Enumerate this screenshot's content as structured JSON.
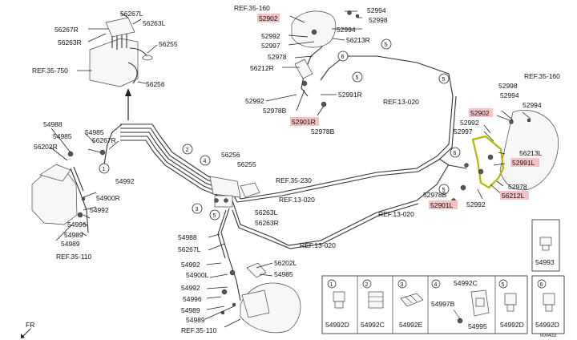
{
  "highlight_color": "#f4c2c2",
  "clip_color": "#b5b800",
  "doc_code": "000433",
  "direction_label": "FR",
  "labels": {
    "l56267L": "56267L",
    "l56263L": "56263L",
    "l56267R": "56267R",
    "l56263R": "56263R",
    "l56255a": "56255",
    "ref35_750": "REF.35-750",
    "l56256a": "56256",
    "ref35_160a": "REF.35-160",
    "l52902a": "52902",
    "l52994a": "52994",
    "l52998a": "52998",
    "l52994b": "52994",
    "l52992a": "52992",
    "l52997a": "52997",
    "l56213R": "56213R",
    "l52978a": "52978",
    "l56212R": "56212R",
    "l52992b": "52992",
    "l52978Ba": "52978B",
    "l52991R": "52991R",
    "l52901R": "52901R",
    "l52978Bb": "52978B",
    "ref13_020a": "REF.13-020",
    "ref35_160b": "REF.35-160",
    "l52998b": "52998",
    "l52902b": "52902",
    "l52994c": "52994",
    "l52992c": "52992",
    "l52997b": "52997",
    "l56213L": "56213L",
    "l52991L": "52991L",
    "l52978b": "52978",
    "l56212L": "56212L",
    "l52978Bc": "52978B",
    "l52901L": "52901L",
    "l52992d": "52992",
    "ref13_020b": "REF.13-020",
    "l54988a": "54988",
    "l54985a": "54985",
    "l56202R": "56202R",
    "l54992a": "54992",
    "l54900R": "54900R",
    "l54992b": "54992",
    "l54996a": "54996",
    "l54989a": "54989",
    "l54989b": "54989",
    "ref35_110a": "REF.35-110",
    "l56256b": "56256",
    "l56255b": "56255",
    "ref35_230": "REF.35-230",
    "ref13_020c": "REF.13-020",
    "l56263Lb": "56263L",
    "l56263Rb": "56263R",
    "l54988b": "54988",
    "l56267Lb": "56267L",
    "l54992c": "54992",
    "l54900L": "54900L",
    "l56202L": "56202L",
    "l54985b": "54985",
    "l54992d": "54992",
    "l54996b": "54996",
    "l54989c": "54989",
    "l54989d": "54989",
    "ref35_110b": "REF.35-110",
    "ref13_020d": "REF.13-020"
  },
  "callouts": [
    "1",
    "2",
    "3",
    "4",
    "5",
    "6"
  ],
  "parts_table": {
    "cells": [
      {
        "num": "1",
        "part": "54992D"
      },
      {
        "num": "2",
        "part": "54992C"
      },
      {
        "num": "3",
        "part": "54992E"
      },
      {
        "num": "4",
        "part": "54992C"
      },
      {
        "num": "4",
        "part": "54997B"
      },
      {
        "num": "4",
        "part": "54995"
      },
      {
        "num": "5",
        "part": "54992D"
      },
      {
        "num": "6",
        "part": "54992D"
      }
    ],
    "extra_part": "54993"
  }
}
